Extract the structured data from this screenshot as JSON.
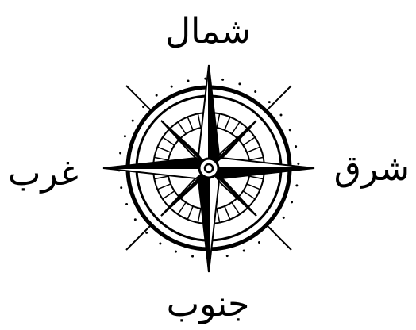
{
  "labels": {
    "north": "شمال",
    "south": "جنوب",
    "west": "غرب",
    "east": "شرق"
  },
  "colors": {
    "ink": "#000000",
    "paper": "#ffffff"
  },
  "icons": {
    "center": "compass-rose-icon"
  }
}
